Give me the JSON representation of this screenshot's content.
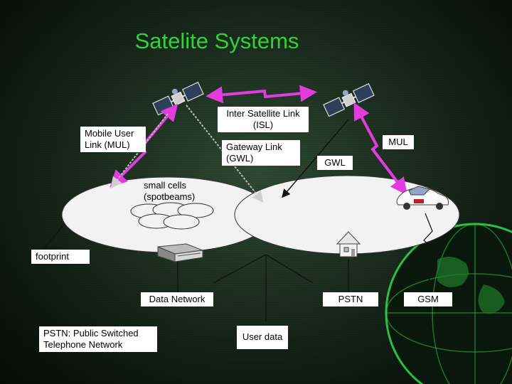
{
  "title": "Satelite Systems",
  "labels": {
    "isl": "Inter Satellite Link (ISL)",
    "mul_left": "Mobile User Link (MUL)",
    "gwl_left": "Gateway Link (GWL)",
    "mul_right": "MUL",
    "gwl_right": "GWL",
    "small_cells": "small cells (spotbeams)",
    "footprint": "footprint",
    "data_network": "Data Network",
    "pstn": "PSTN",
    "gsm": "GSM",
    "pstn_legend": "PSTN: Public Switched Telephone Network",
    "user_data": "User data"
  },
  "colors": {
    "title": "#32d23a",
    "link_arrow": "#e23ce0",
    "cell_fill": "#f2f2f2",
    "globe_line": "#2fd04a"
  }
}
